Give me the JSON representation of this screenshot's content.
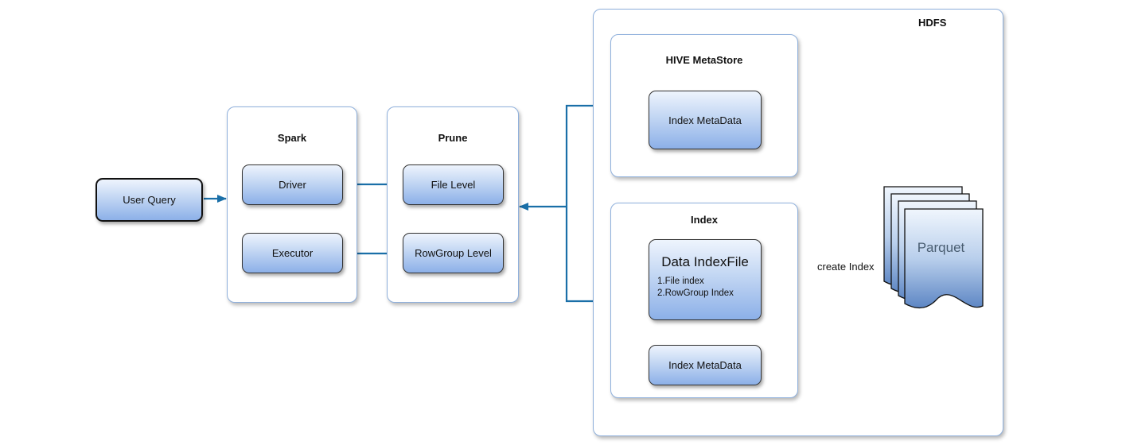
{
  "colors": {
    "accent": "#1a6fa8",
    "container_border": "#8fb0dc",
    "box_gradient_top": "#eef4fd",
    "box_gradient_bottom": "#8cb0e8"
  },
  "user_query": {
    "label": "User Query"
  },
  "spark": {
    "title": "Spark",
    "driver": "Driver",
    "executor": "Executor"
  },
  "prune": {
    "title": "Prune",
    "file_level": "File Level",
    "rowgroup_level": "RowGroup Level"
  },
  "hdfs": {
    "title": "HDFS",
    "hive_metastore": {
      "title": "HIVE MetaStore",
      "index_metadata": "Index MetaData"
    },
    "index": {
      "title": "Index",
      "data_indexfile": {
        "title": "Data IndexFile",
        "items": [
          "1.File index",
          "2.RowGroup Index"
        ]
      },
      "index_metadata": "Index MetaData"
    },
    "parquet": {
      "label": "Parquet"
    },
    "create_index_label": "create Index"
  }
}
